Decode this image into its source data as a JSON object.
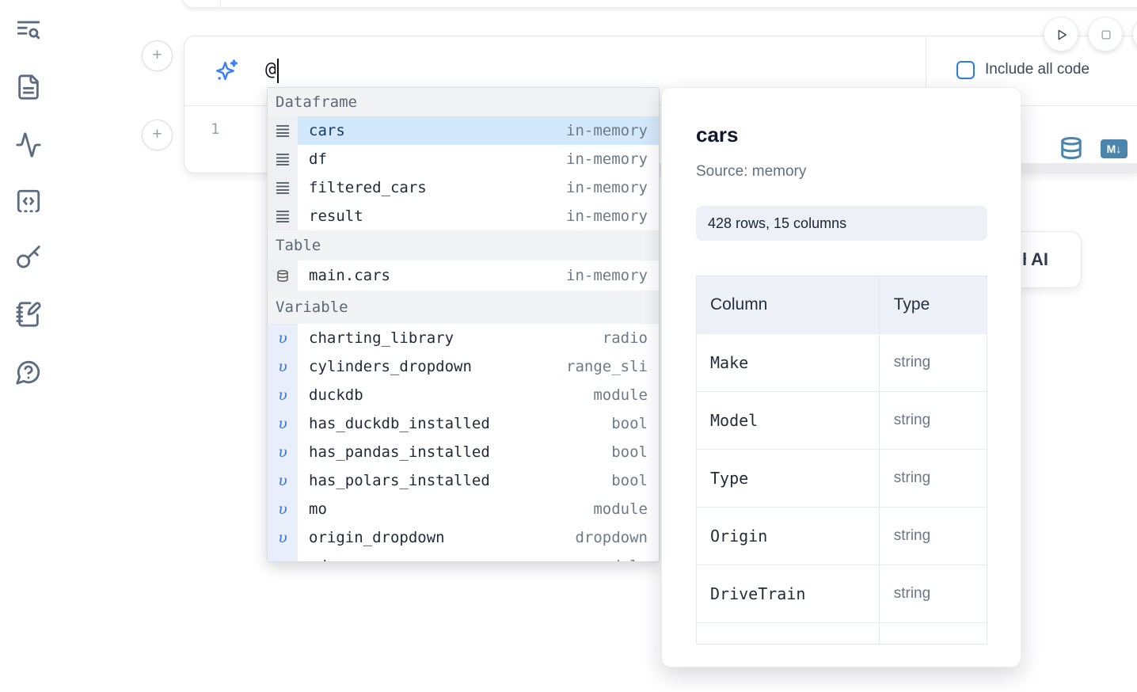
{
  "sidebar": {
    "icons": [
      {
        "name": "table-of-contents-search-icon"
      },
      {
        "name": "document-icon"
      },
      {
        "name": "activity-icon"
      },
      {
        "name": "code-snippets-icon"
      },
      {
        "name": "secrets-key-icon"
      },
      {
        "name": "scratchpad-icon"
      },
      {
        "name": "help-chat-icon"
      }
    ]
  },
  "cell": {
    "add_button_label": "+",
    "prompt": {
      "value": "@",
      "icon": "ai-sparkle-icon"
    },
    "include_all_code_label": "Include all code",
    "line_number": "1",
    "toolbar": {
      "database_icon": "database-icon",
      "markdown_badge": "M↓"
    },
    "accent_color": "#3c82f6",
    "toolbar_icon_color": "#4c85ac"
  },
  "completion": {
    "sections": [
      {
        "label": "Dataframe",
        "kind": "dataframe",
        "items": [
          {
            "name": "cars",
            "detail": "in-memory",
            "selected": true
          },
          {
            "name": "df",
            "detail": "in-memory"
          },
          {
            "name": "filtered_cars",
            "detail": "in-memory"
          },
          {
            "name": "result",
            "detail": "in-memory"
          }
        ]
      },
      {
        "label": "Table",
        "kind": "table",
        "items": [
          {
            "name": "main.cars",
            "detail": "in-memory"
          }
        ]
      },
      {
        "label": "Variable",
        "kind": "variable",
        "items": [
          {
            "name": "charting_library",
            "detail": "radio"
          },
          {
            "name": "cylinders_dropdown",
            "detail": "range_sli"
          },
          {
            "name": "duckdb",
            "detail": "module"
          },
          {
            "name": "has_duckdb_installed",
            "detail": "bool"
          },
          {
            "name": "has_pandas_installed",
            "detail": "bool"
          },
          {
            "name": "has_polars_installed",
            "detail": "bool"
          },
          {
            "name": "mo",
            "detail": "module"
          },
          {
            "name": "origin_dropdown",
            "detail": "dropdown"
          },
          {
            "name": "pd",
            "detail": "module",
            "clipped": true
          }
        ]
      }
    ],
    "selected_bg": "#d4e8fb"
  },
  "preview": {
    "title": "cars",
    "source": "Source: memory",
    "shape_badge": "428 rows, 15 columns",
    "table": {
      "headers": [
        "Column",
        "Type"
      ],
      "rows": [
        {
          "column": "Make",
          "type": "string"
        },
        {
          "column": "Model",
          "type": "string"
        },
        {
          "column": "Type",
          "type": "string"
        },
        {
          "column": "Origin",
          "type": "string"
        },
        {
          "column": "DriveTrain",
          "type": "string"
        },
        {
          "column": "",
          "type": ""
        }
      ]
    }
  },
  "ai_button": {
    "fragment": "h",
    "label": "AI"
  }
}
